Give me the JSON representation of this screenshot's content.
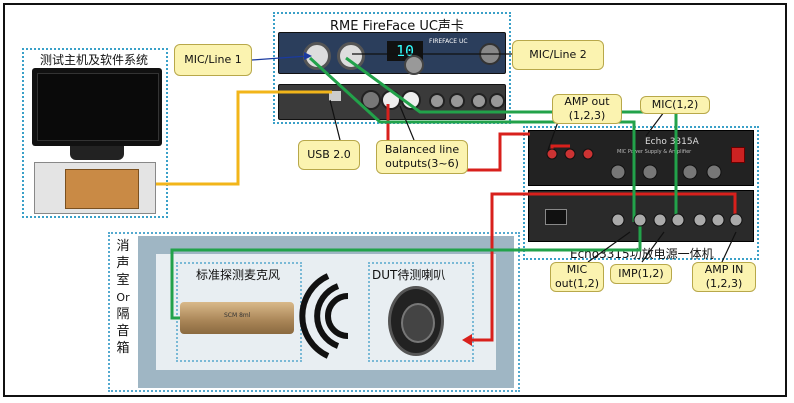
{
  "rme": {
    "title": "RME FireFace UC声卡",
    "brand": "FIREFACE UC",
    "display_value": "10"
  },
  "host": {
    "title": "测试主机及软件系统"
  },
  "callouts": {
    "mic_line_1": "MIC/Line 1",
    "mic_line_2": "MIC/Line 2",
    "usb": "USB 2.0",
    "balanced_line1": "Balanced line",
    "balanced_line2": "outputs(3~6)",
    "amp_out_line1": "AMP out",
    "amp_out_line2": "(1,2,3)",
    "mic_12": "MIC(1,2)",
    "mic_out_line1": "MIC",
    "mic_out_line2": "out(1,2)",
    "imp": "IMP(1,2)",
    "amp_in_line1": "AMP IN",
    "amp_in_line2": "(1,2,3)"
  },
  "echo": {
    "title": "Echo3315功放电源一体机",
    "panel_model": "Echo 3315A",
    "panel_sub": "MIC Power Supply & Amplifier"
  },
  "chamber": {
    "vertical_label": [
      "消",
      "声",
      "室",
      "Or",
      "隔",
      "音",
      "箱"
    ],
    "mic_title": "标准探测麦克风",
    "dut_title": "DUT待测喇叭",
    "mic_engraving": "SCM 8ml"
  },
  "colors": {
    "usb_cable": "#f2b51a",
    "red_cable": "#d8201c",
    "green_cable": "#22a24a",
    "callout_fill": "#fbf3b0",
    "dash_border": "#3aa0c8"
  }
}
